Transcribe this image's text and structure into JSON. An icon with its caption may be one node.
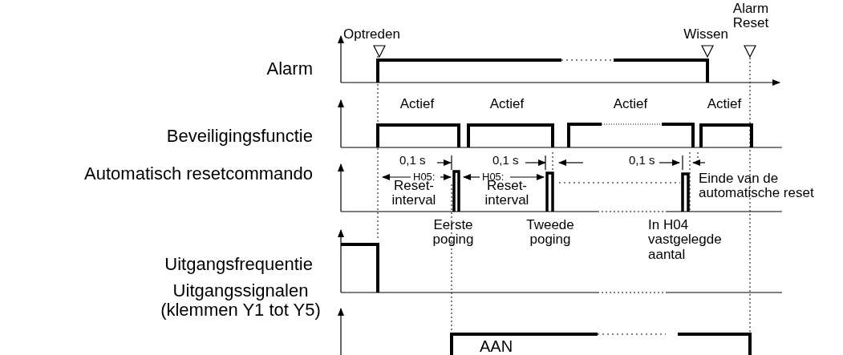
{
  "diagram": {
    "labels": [
      "Alarm Reset",
      "Optreden",
      "Wissen",
      "Alarm",
      "Actief",
      "Actief",
      "Actief",
      "Actief",
      "Beveiligingsfunctie",
      "0,1 s",
      "0,1 s",
      "0,1 s",
      "Automatisch resetcommando",
      "H05:",
      "Reset-interval",
      "H05:",
      "Reset-interval",
      "Einde van de automatische reset",
      "Eerste poging",
      "Tweede poging",
      "In H04 vastgelegde aantal",
      "Uitgangsfrequentie",
      "Uitgangssignalen (klemmen Y1 tot Y5)",
      "AAN"
    ]
  }
}
